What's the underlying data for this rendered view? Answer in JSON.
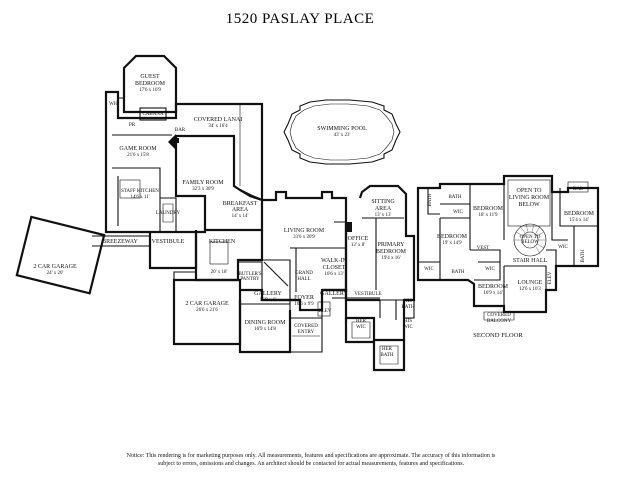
{
  "title": "1520 PASLAY PLACE",
  "floor_label": "SECOND FLOOR",
  "notice": "Notice: This rendering is for marketing purposes only. All measurements, features and specifications are approximate. The accuracy of this information is subject to errors, omissions and changes. An architect should be contacted for actual measurements, features and specifications.",
  "rooms": {
    "guest_bedroom": {
      "name": "GUEST BEDROOM",
      "line1": "GUEST",
      "line2": "BEDROOM",
      "size": "17'6 x 16'9"
    },
    "covered_lanai": {
      "name": "COVERED LANAI",
      "size": "34' x 16'4"
    },
    "swimming_pool": {
      "name": "SWIMMING POOL",
      "size": "43' x 23'"
    },
    "game_room": {
      "name": "GAME ROOM",
      "size": "21'6 x 15'8"
    },
    "family_room": {
      "name": "FAMILY ROOM",
      "size": "32'3 x 30'9"
    },
    "staff_kitchen": {
      "name": "STAFF KITCHEN",
      "size": "14'6 x 11'"
    },
    "breakfast_area": {
      "line1": "BREAKFAST",
      "line2": "AREA",
      "size": "14' x 14'"
    },
    "two_car_garage_left": {
      "name": "2 CAR GARAGE",
      "size": "24' x 20'"
    },
    "breezeway": {
      "name": "BREEZEWAY"
    },
    "vestibule_left": {
      "name": "VESTIBULE"
    },
    "kitchen": {
      "name": "KITCHEN",
      "size": "20' x 18'"
    },
    "living_room": {
      "name": "LIVING ROOM",
      "size": "33'6 x 20'9"
    },
    "office": {
      "name": "OFFICE",
      "size": "12' x 8'"
    },
    "sitting_area": {
      "line1": "SITTING",
      "line2": "AREA",
      "size": "13' x 13'"
    },
    "primary_bedroom": {
      "line1": "PRIMARY",
      "line2": "BEDROOM",
      "size": "19'4 x 16'"
    },
    "walk_in_closet": {
      "line1": "WALK-IN",
      "line2": "CLOSET",
      "size": "16'6 x 13'"
    },
    "grand_hall": {
      "line1": "GRAND",
      "line2": "HALL"
    },
    "butlers_pantry": {
      "line1": "BUTLER'S",
      "line2": "PANTRY"
    },
    "two_car_garage_center": {
      "name": "2 CAR GARAGE",
      "size": "26'6 x 21'6"
    },
    "gallery_left": {
      "name": "GALLERY",
      "size": "16'9 x 6'"
    },
    "foyer": {
      "name": "FOYER",
      "size": "10'6 x 9'9"
    },
    "gallery_right": {
      "name": "GALLERY"
    },
    "vestibule_right": {
      "name": "VESTIBULE"
    },
    "dining_room": {
      "name": "DINING ROOM",
      "size": "16'9 x 14'8"
    },
    "covered_entry": {
      "line1": "COVERED",
      "line2": "ENTRY"
    },
    "elev_main": {
      "name": "ELEV"
    },
    "her_wic": {
      "line1": "HER",
      "line2": "WIC"
    },
    "his_wic": {
      "line1": "HIS",
      "line2": "WIC"
    },
    "his_bath": {
      "line1": "HIS",
      "line2": "BATH"
    },
    "her_bath": {
      "line1": "HER",
      "line2": "BATH"
    },
    "wic_guest": {
      "name": "WIC"
    },
    "cabana": {
      "name": "CABANA"
    },
    "bar": {
      "name": "BAR"
    },
    "pr": {
      "name": "PR"
    },
    "laundry": {
      "name": "LAUNDRY"
    },
    "wic_sf1": {
      "name": "WIC"
    },
    "bath_sf1": {
      "name": "BATH"
    },
    "bath_sf2": {
      "name": "BATH"
    },
    "bedroom_sf1": {
      "name": "BEDROOM",
      "size": "19' x 14'9"
    },
    "bedroom_sf2": {
      "name": "BEDROOM",
      "size": "18' x 11'9"
    },
    "open_living": {
      "line1": "OPEN TO",
      "line2": "LIVING ROOM",
      "line3": "BELOW"
    },
    "bal": {
      "name": "BAL"
    },
    "bedroom_sf3": {
      "name": "BEDROOM",
      "size": "15'4 x 14'"
    },
    "open_below": {
      "line1": "OPEN TO",
      "line2": "BELOW"
    },
    "vest_sf": {
      "name": "VEST"
    },
    "wic_sf2": {
      "name": "WIC"
    },
    "bath_sf3": {
      "name": "BATH"
    },
    "wic_sf3": {
      "name": "WIC"
    },
    "wic_sf4": {
      "name": "WIC"
    },
    "bath_sf4": {
      "name": "BATH"
    },
    "stair_hall": {
      "name": "STAIR HALL"
    },
    "elev_sf": {
      "name": "ELEV"
    },
    "bedroom_sf4": {
      "name": "BEDROOM",
      "size": "16'9 x 14'"
    },
    "lounge": {
      "name": "LOUNGE",
      "size": "12'6 x 10'3"
    },
    "covered_balcony": {
      "line1": "COVERED",
      "line2": "BALCONY"
    }
  }
}
